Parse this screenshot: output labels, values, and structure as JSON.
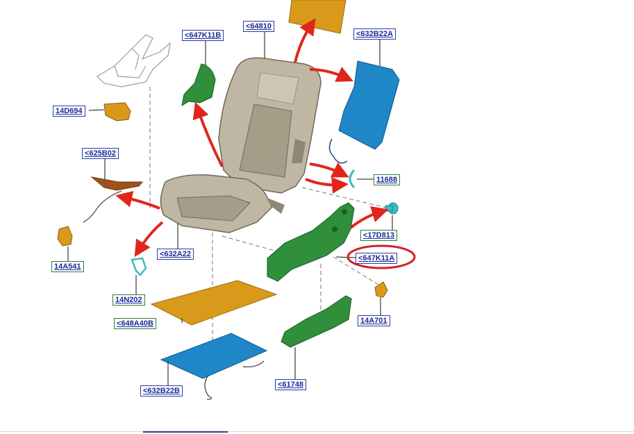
{
  "colors": {
    "seat_fabric": "#bfb7a3",
    "seat_shadow": "#8e8776",
    "arrow_red": "#e0261b",
    "highlight_red": "#d42029",
    "part_green": "#2f8f3a",
    "part_blue": "#1f86c8",
    "part_orange": "#d99a1c",
    "part_brown": "#a0521c",
    "part_teal": "#3fb8c2",
    "label_blue_text": "#1a2a9a",
    "label_blue_border": "#2a3aa0",
    "label_green_border": "#2e7d32"
  },
  "labels": {
    "backrest": "<64810",
    "backrest_back_panel": "<632B22A",
    "side_shield_upper": "<647K11B",
    "bracket": "14D694",
    "wiring_harness_upper": "<625B02",
    "connector_left": "14A541",
    "ring": "11688",
    "cushion": "<632A22",
    "clip": "14N202",
    "pad": "<648A40B",
    "heater_mat": "<632B22B",
    "knob": "<17D813",
    "side_shield_highlighted": "<647K11A",
    "connector_right": "14A701",
    "lower_shield": "<61748"
  },
  "highlighted_part": "<647K11A"
}
